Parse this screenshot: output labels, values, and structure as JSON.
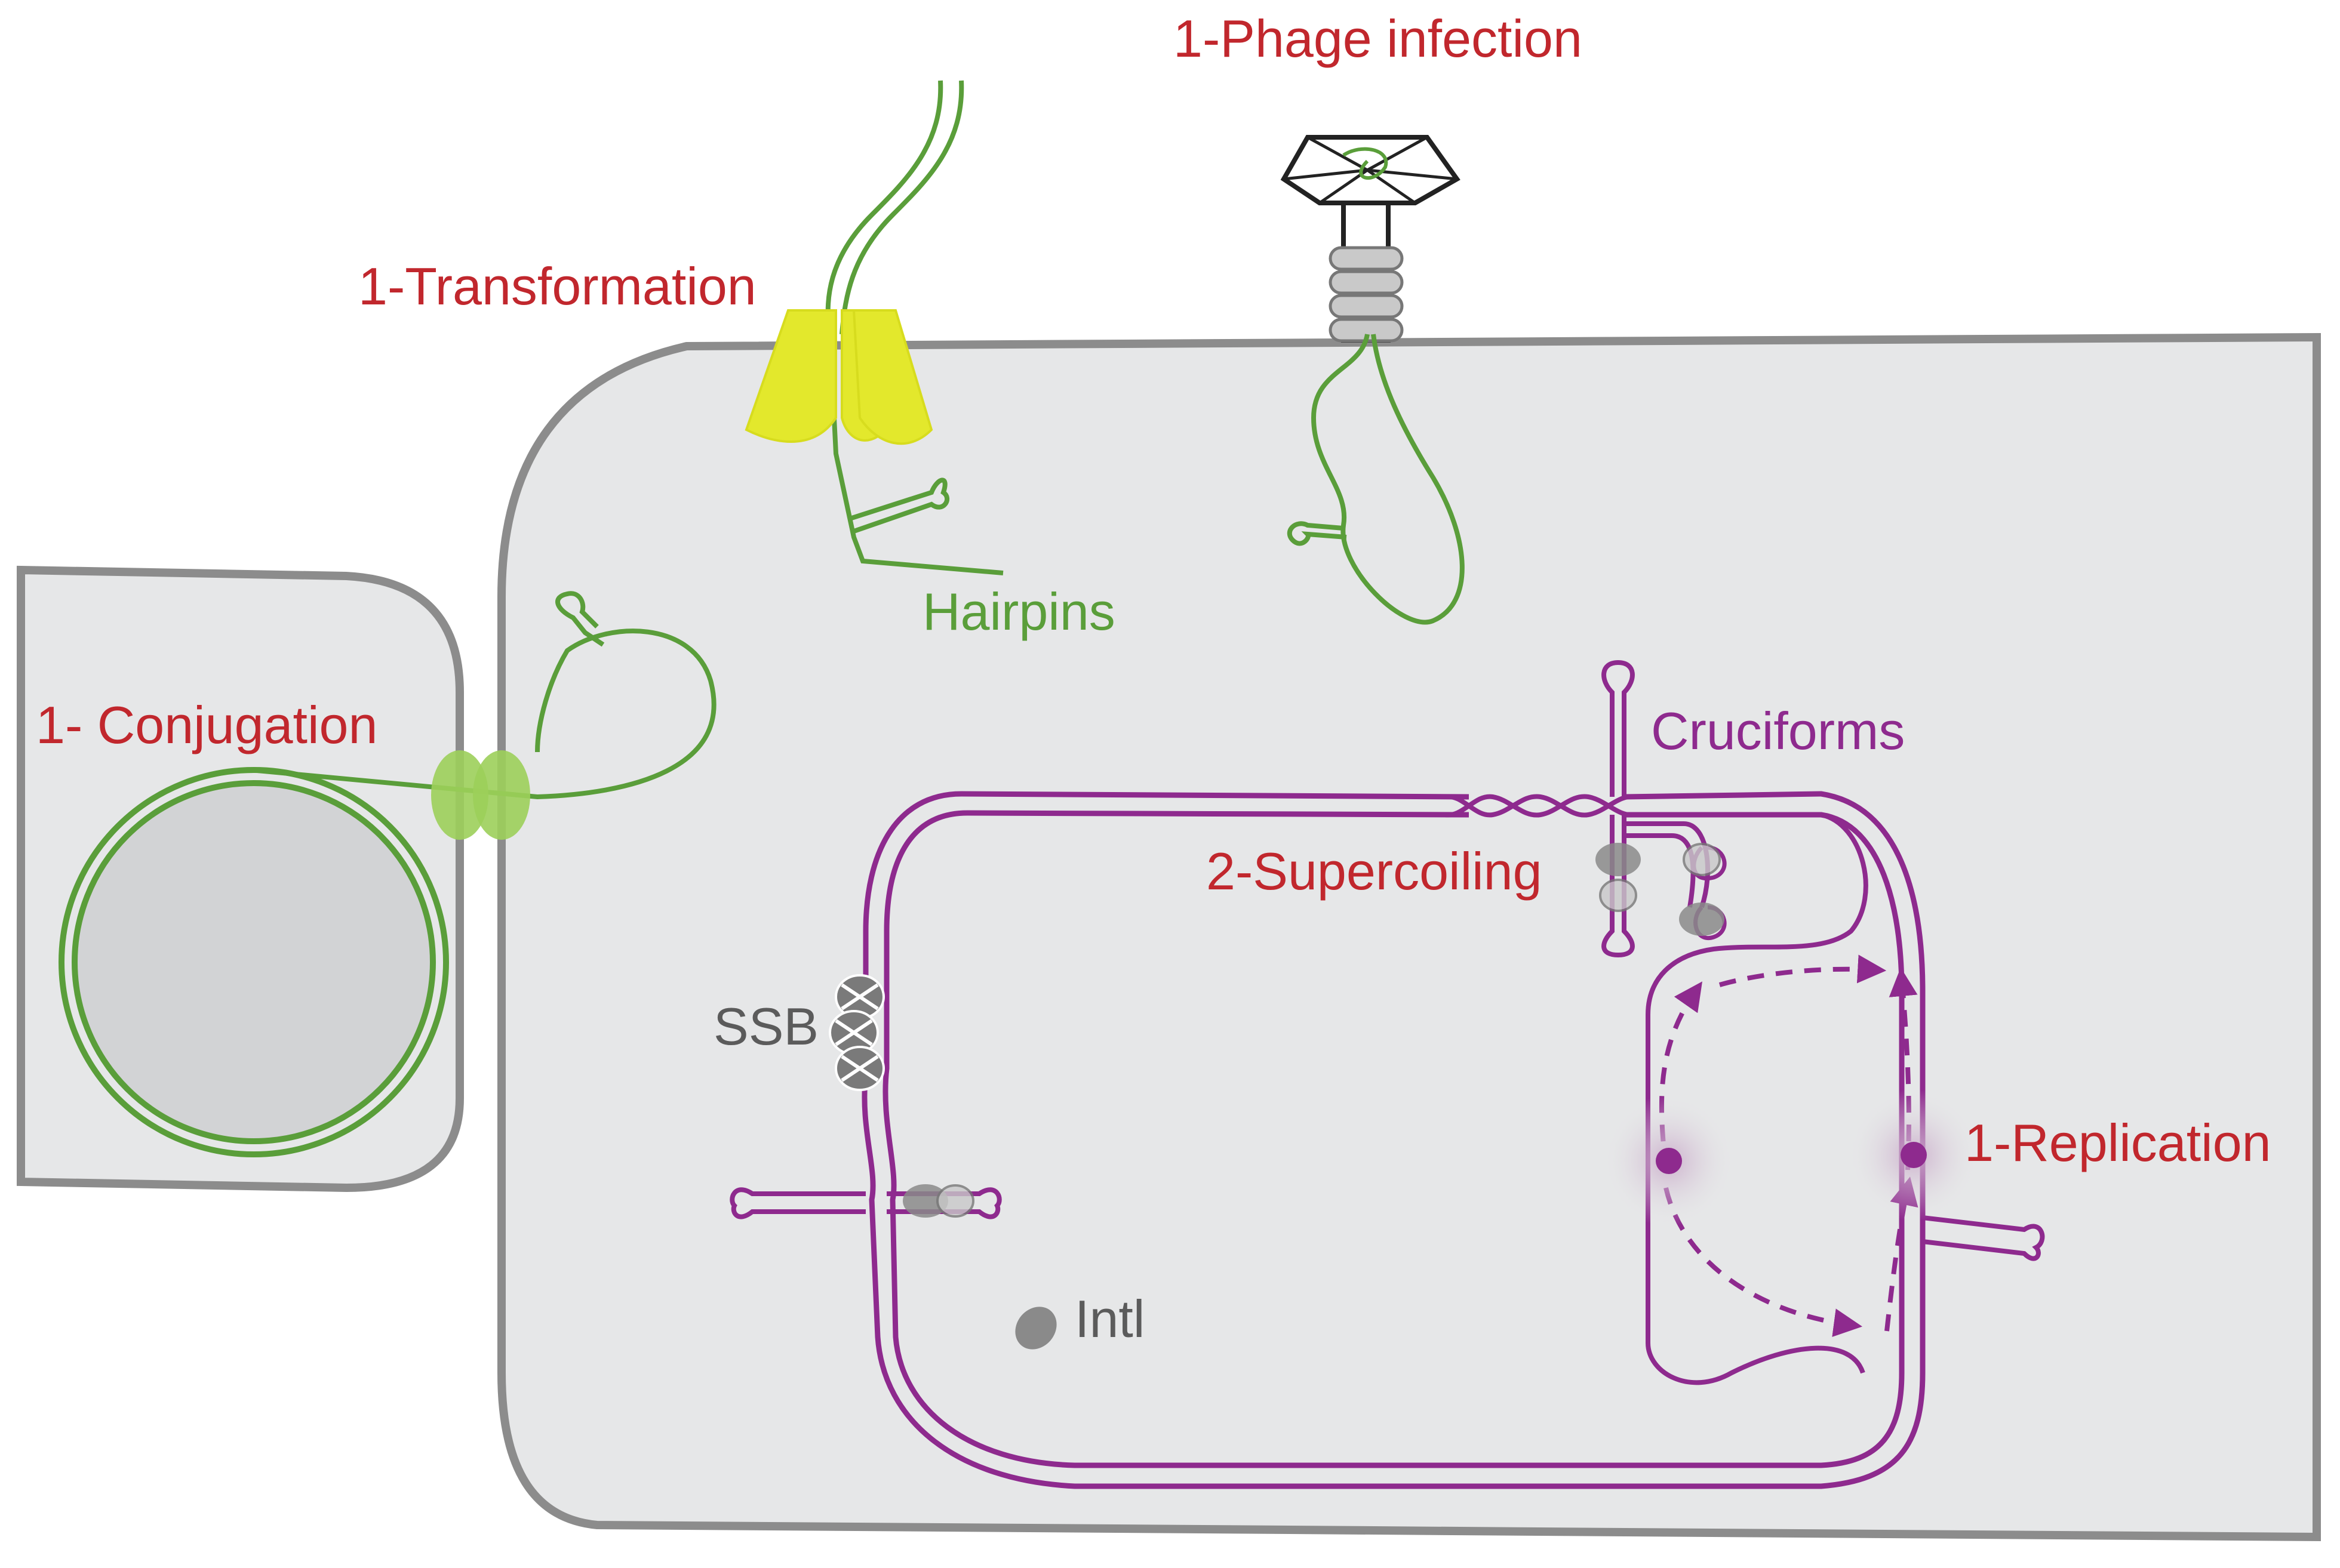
{
  "labels": {
    "phage_infection": "1-Phage infection",
    "transformation": "1-Transformation",
    "hairpins": "Hairpins",
    "conjugation": "1- Conjugation",
    "cruciforms": "Cruciforms",
    "supercoiling": "2-Supercoiling",
    "ssb": "SSB",
    "replication": "1-Replication",
    "intl": "Intl"
  },
  "colors": {
    "label_red": "#c1272d",
    "ssdna_green": "#5a9e3a",
    "chromosome_purple": "#8e2a8e",
    "protein_gray": "#7a7a7a",
    "cell_fill": "#e6e7e8",
    "cell_border": "#8c8c8c",
    "pore_yellow": "#e3e82c",
    "pilus_green": "#9ccf5a"
  }
}
